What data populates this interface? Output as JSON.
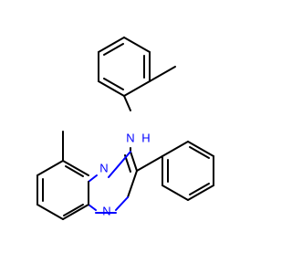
{
  "molecule": {
    "atoms": {
      "nh": "N",
      "h": "H",
      "n_bridge": "N",
      "n_imine": "N"
    },
    "colors": {
      "bond": "#000000",
      "heteroatom": "#0000ff",
      "background": "#ffffff"
    }
  }
}
